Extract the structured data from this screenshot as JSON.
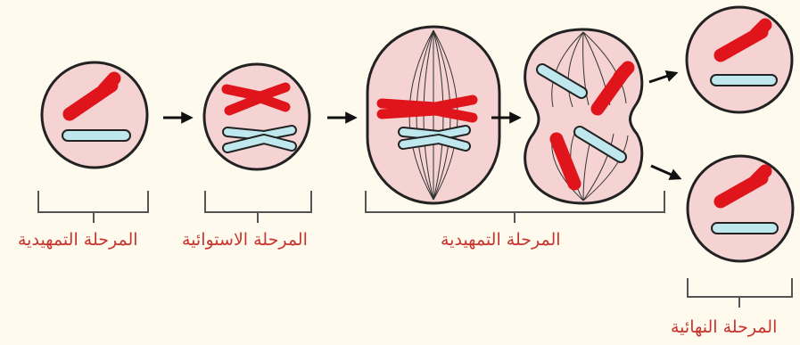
{
  "labels": {
    "prophase": "المرحلة التمهيدية",
    "metaphase": "المرحلة الاستوائية",
    "anaphase": "المرحلة التمهيدية",
    "telophase": "المرحلة النهائية"
  },
  "colors": {
    "background": "#fefbee",
    "cell_fill": "#f5d3d3",
    "cell_stroke": "#222222",
    "chromosome_red": "#e0141b",
    "chromosome_blue": "#bfe8ee",
    "label_text": "#c9342d",
    "bracket": "#555555"
  },
  "icons": {
    "arrow": "right-arrow-icon"
  }
}
